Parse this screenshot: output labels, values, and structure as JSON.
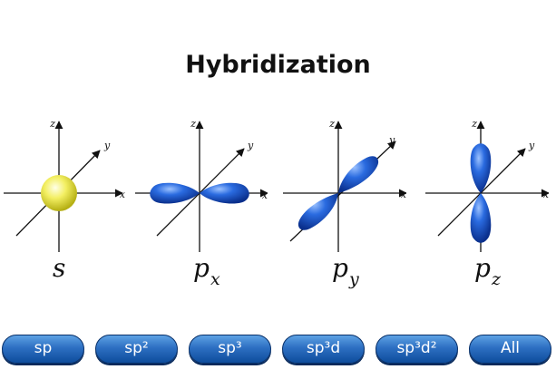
{
  "title": "Hybridization",
  "axes": {
    "x": "x",
    "y": "y",
    "z": "z"
  },
  "orbitals": [
    {
      "id": "s",
      "letter": "s",
      "sub": "",
      "color": "#e8e43a"
    },
    {
      "id": "px",
      "letter": "p",
      "sub": "x",
      "color": "#1f5fd6"
    },
    {
      "id": "py",
      "letter": "p",
      "sub": "y",
      "color": "#1f5fd6"
    },
    {
      "id": "pz",
      "letter": "p",
      "sub": "z",
      "color": "#1f5fd6"
    }
  ],
  "buttons": [
    {
      "id": "sp",
      "label": "sp"
    },
    {
      "id": "sp2",
      "label": "sp²"
    },
    {
      "id": "sp3",
      "label": "sp³"
    },
    {
      "id": "sp3d",
      "label": "sp³d"
    },
    {
      "id": "sp3d2",
      "label": "sp³d²"
    },
    {
      "id": "all",
      "label": "All"
    }
  ],
  "colors": {
    "button": "#1f5fb8",
    "lobe": "#1f5fd6",
    "s_orbital": "#e8e43a"
  }
}
